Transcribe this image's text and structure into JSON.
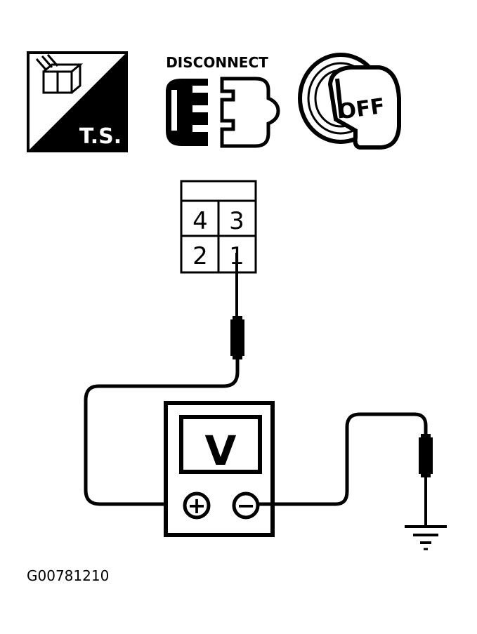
{
  "icons": {
    "ts_label": "T.S.",
    "disconnect_label": "DISCONNECT",
    "ignition_label": "OFF"
  },
  "connector": {
    "pins": [
      "4",
      "3",
      "2",
      "1"
    ]
  },
  "meter": {
    "display": "V",
    "positive": "+",
    "negative": "−"
  },
  "figure_id": "G00781210",
  "colors": {
    "ink": "#000000",
    "paper": "#ffffff"
  }
}
